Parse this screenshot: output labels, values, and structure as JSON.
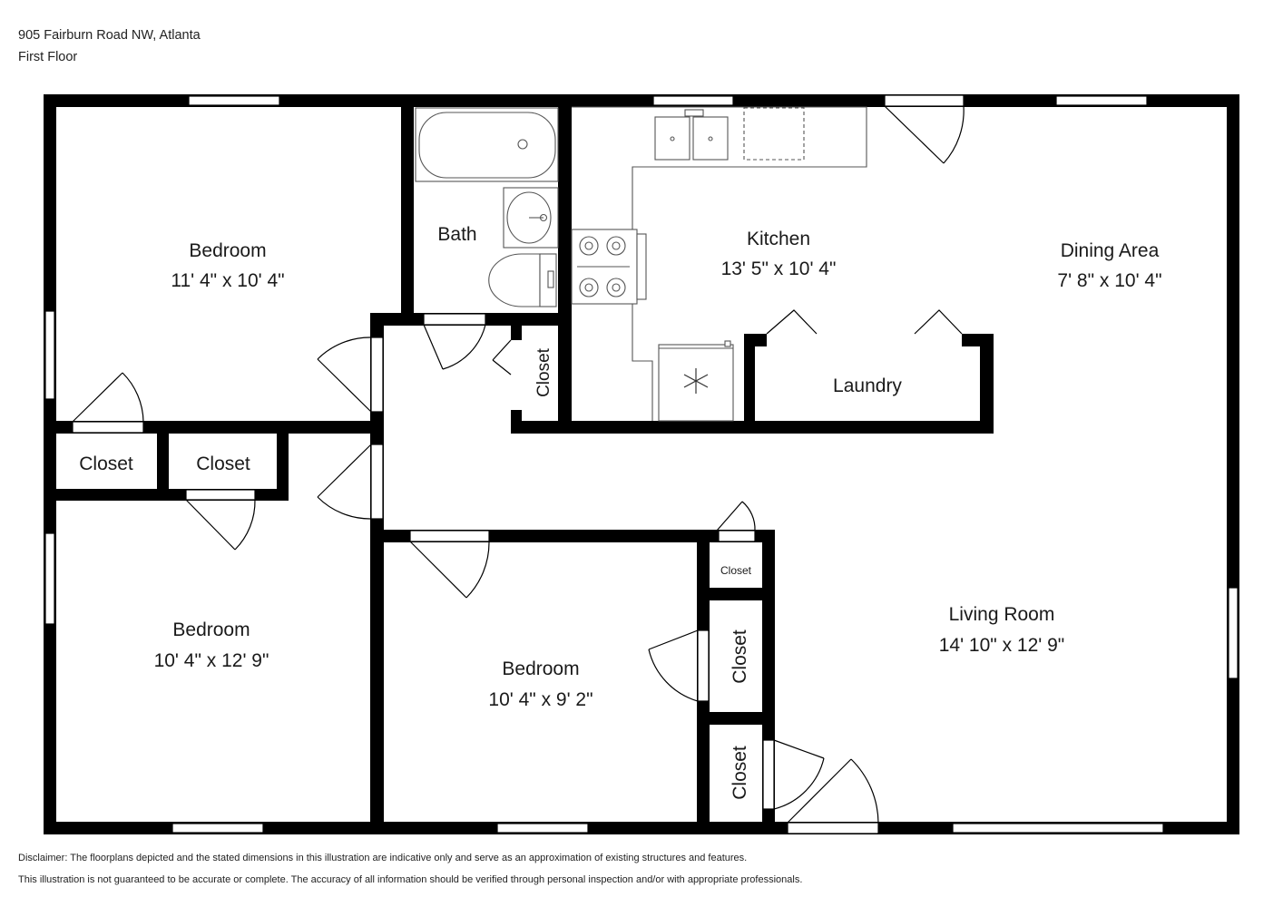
{
  "header": {
    "address": "905 Fairburn Road NW, Atlanta",
    "floor": "First Floor"
  },
  "rooms": {
    "bedroom_nw": {
      "name": "Bedroom",
      "dims": "11' 4\" x 10' 4\""
    },
    "bath": {
      "name": "Bath"
    },
    "kitchen": {
      "name": "Kitchen",
      "dims": "13' 5\" x 10' 4\""
    },
    "dining": {
      "name": "Dining Area",
      "dims": "7' 8\" x 10' 4\""
    },
    "laundry": {
      "name": "Laundry"
    },
    "closet_hall": {
      "name": "Closet"
    },
    "closet_w1": {
      "name": "Closet"
    },
    "closet_w2": {
      "name": "Closet"
    },
    "bedroom_sw": {
      "name": "Bedroom",
      "dims": "10' 4\" x 12' 9\""
    },
    "bedroom_s": {
      "name": "Bedroom",
      "dims": "10' 4\" x 9' 2\""
    },
    "closet_small": {
      "name": "Closet"
    },
    "closet_mid": {
      "name": "Closet"
    },
    "closet_low": {
      "name": "Closet"
    },
    "living": {
      "name": "Living Room",
      "dims": "14' 10\" x 12' 9\""
    }
  },
  "disclaimer": {
    "line1": "Disclaimer: The floorplans depicted and the stated dimensions in this illustration are indicative only and serve as an approximation of existing structures and features.",
    "line2": "This illustration is not guaranteed to be accurate or complete. The accuracy of all information should be verified through personal inspection and/or with appropriate professionals."
  },
  "colors": {
    "wall": "#000000",
    "fixture": "#555555",
    "background": "#ffffff"
  }
}
